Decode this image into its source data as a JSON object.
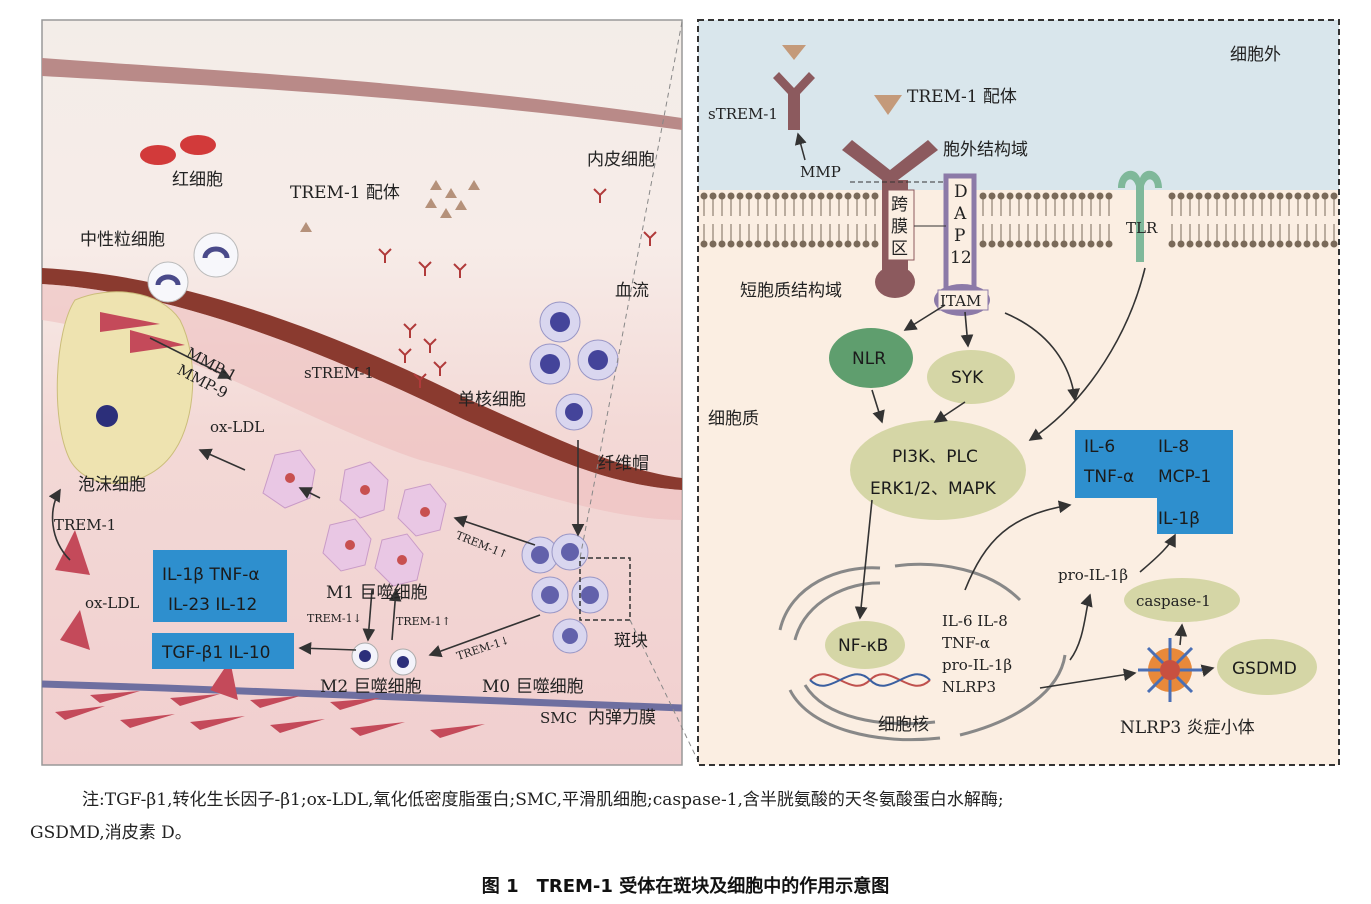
{
  "left_panel": {
    "labels": {
      "rbc": "红细胞",
      "ligand": "TREM-1 配体",
      "endothelial": "内皮细胞",
      "neutrophil": "中性粒细胞",
      "blood_flow": "血流",
      "strem1": "sTREM-1",
      "monocyte": "单核细胞",
      "fibrous_cap": "纤维帽",
      "foam_cell": "泡沫细胞",
      "oxldl_top": "ox-LDL",
      "mmp1": "MMP-1",
      "mmp9": "MMP-9",
      "trem1_side": "TREM-1",
      "oxldl_bottom": "ox-LDL",
      "m1": "M1 巨噬细胞",
      "m2": "M2 巨噬细胞",
      "m0": "M0 巨噬细胞",
      "plaque": "斑块",
      "smc": "SMC",
      "elastic": "内弹力膜",
      "trem_up_1": "TREM-1↑",
      "trem_down_1": "TREM-1↓",
      "trem_up_2": "TREM-1↑",
      "trem_down_2": "TREM-1↓"
    },
    "m1_box": {
      "line1": "IL-1β  TNF-α",
      "line2": "IL-23  IL-12"
    },
    "m2_box": {
      "line1": "TGF-β1  IL-10"
    }
  },
  "right_panel": {
    "labels": {
      "extracellular": "细胞外",
      "strem1": "sTREM-1",
      "ligand": "TREM-1 配体",
      "ecto_domain": "胞外结构域",
      "mmp": "MMP",
      "tm_1": "跨",
      "tm_2": "膜",
      "tm_3": "区",
      "dap_1": "D",
      "dap_2": "A",
      "dap_3": "P",
      "dap_4": "12",
      "tlr": "TLR",
      "short_cyto": "短胞质结构域",
      "itam": "ITAM",
      "nlr": "NLR",
      "syk": "SYK",
      "cytoplasm": "细胞质",
      "pi3k_line1": "PI3K、PLC",
      "pi3k_line2": "ERK1/2、MAPK",
      "nfkb": "NF-κB",
      "nucleus": "细胞核",
      "genes_1": "IL-6  IL-8",
      "genes_2": "TNF-α",
      "genes_3": "pro-IL-1β",
      "genes_4": "NLRP3",
      "pro_il1b": "pro-IL-1β",
      "caspase": "caspase-1",
      "gsdmd": "GSDMD",
      "inflammasome": "NLRP3 炎症小体"
    },
    "cytokine_box": {
      "il6": "IL-6",
      "il8": "IL-8",
      "tnfa": "TNF-α",
      "mcp1": "MCP-1",
      "il1b": "IL-1β"
    }
  },
  "note": {
    "line1": "注:TGF-β1,转化生长因子-β1;ox-LDL,氧化低密度脂蛋白;SMC,平滑肌细胞;caspase-1,含半胱氨酸的天冬氨酸蛋白水解酶;",
    "line2": "GSDMD,消皮素 D。"
  },
  "caption": "图 1　TREM-1 受体在斑块及细胞中的作用示意图",
  "colors": {
    "blue_box": "#2e8fce",
    "extracellular_bg": "#d9e6ec",
    "cytoplasm_bg": "#fbeee2",
    "receptor": "#8c5a5e",
    "dap12": "#8c7aa8",
    "nlr_green": "#5f9e6e",
    "olive": "#d5d6a6",
    "tlr_green": "#7fb89a"
  }
}
